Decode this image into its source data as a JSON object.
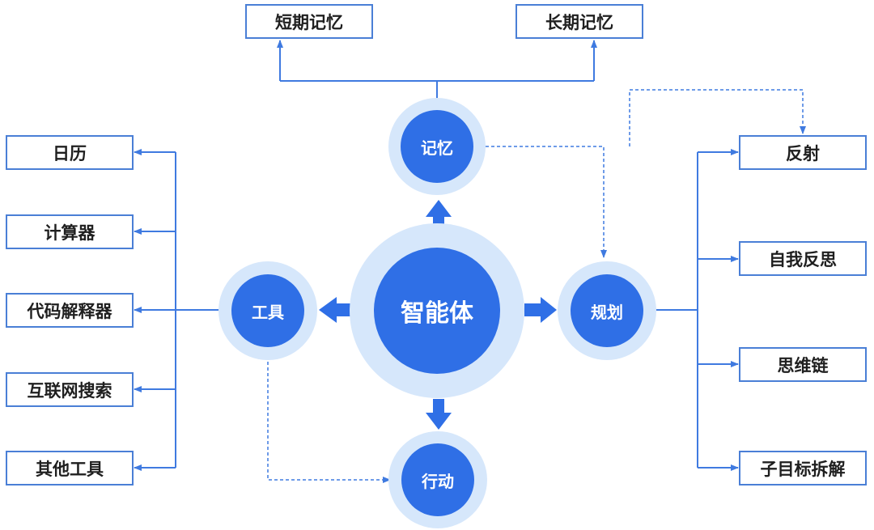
{
  "center": {
    "label": "智能体"
  },
  "nodes": {
    "memory": "记忆",
    "tools": "工具",
    "planning": "规划",
    "action": "行动"
  },
  "memory_items": [
    "短期记忆",
    "长期记忆"
  ],
  "tool_items": [
    "日历",
    "计算器",
    "代码解释器",
    "互联网搜索",
    "其他工具"
  ],
  "planning_items": [
    "反射",
    "自我反思",
    "思维链",
    "子目标拆解"
  ],
  "colors": {
    "node_core": "#2f6fe6",
    "node_halo": "#d6e7fb",
    "box_border": "#4a7fd6",
    "connector": "#3f7ae0"
  }
}
